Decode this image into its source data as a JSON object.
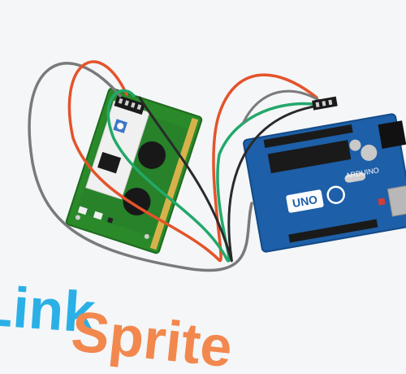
{
  "photo": {
    "watermark_part1": "Link",
    "watermark_part2": "Sprite",
    "watermark_colors": {
      "part1": "#2ab0e6",
      "part2": "#f2884e"
    },
    "board": {
      "brand": "UNO",
      "maker": "ARDUINO",
      "color": "#1d5fa8"
    },
    "lcd_module": {
      "pcb_color": "#2a8a2a",
      "backpack_color": "#f0f0f0"
    },
    "wire_colors": {
      "gray": "#7a7a7a",
      "orange": "#e4532a",
      "green": "#23a86a",
      "black": "#2a2a2a"
    }
  }
}
